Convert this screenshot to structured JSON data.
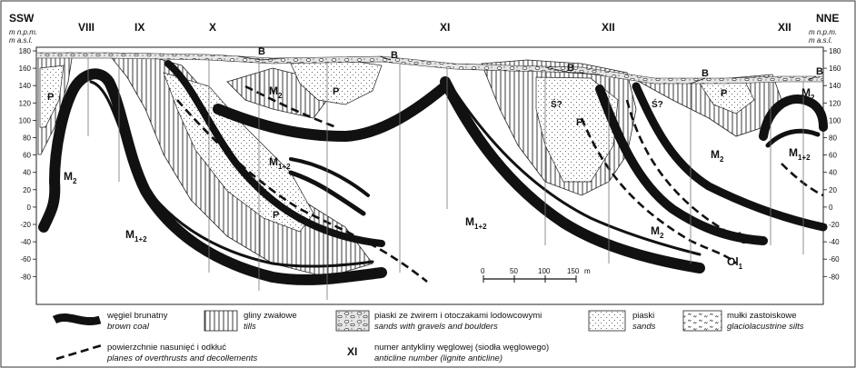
{
  "frame": {
    "left_orientation": "SSW",
    "right_orientation": "NNE",
    "axis_unit_pl": "m n.p.m.",
    "axis_unit_en": "m a.s.l.",
    "y_ticks": [
      "180",
      "160",
      "140",
      "120",
      "100",
      "80",
      "60",
      "40",
      "20",
      "0",
      "-20",
      "-40",
      "-60",
      "-80"
    ]
  },
  "anticlines": [
    "VIII",
    "IX",
    "X",
    "XI",
    "XII",
    "XII"
  ],
  "units": {
    "b": "B",
    "p": "P",
    "s": "Ś?",
    "m2": "M",
    "m2_sub": "2",
    "m12": "M",
    "m12_sub": "1+2",
    "ol": "Ol",
    "ol_sub": "1"
  },
  "scale_bar": {
    "ticks": [
      "0",
      "50",
      "100",
      "150"
    ],
    "unit": "m"
  },
  "legend": {
    "coal_pl": "węgiel brunatny",
    "coal_en": "brown coal",
    "tills_pl": "gliny zwałowe",
    "tills_en": "tills",
    "gravels_pl": "piaski ze żwirem i otoczakami lodowcowymi",
    "gravels_en": "sands with gravels and boulders",
    "sands_pl": "piaski",
    "sands_en": "sands",
    "silts_pl": "mułki zastoiskowe",
    "silts_en": "glaciolacustrine silts",
    "thrust_pl": "powierzchnie nasunięć i odkłuć",
    "thrust_en": "planes of overthrusts and decollements",
    "anticline_symbol": "XI",
    "anticline_pl": "numer antykliny węglowej (siodła węglowego)",
    "anticline_en": "anticline number (lignite anticline)"
  }
}
